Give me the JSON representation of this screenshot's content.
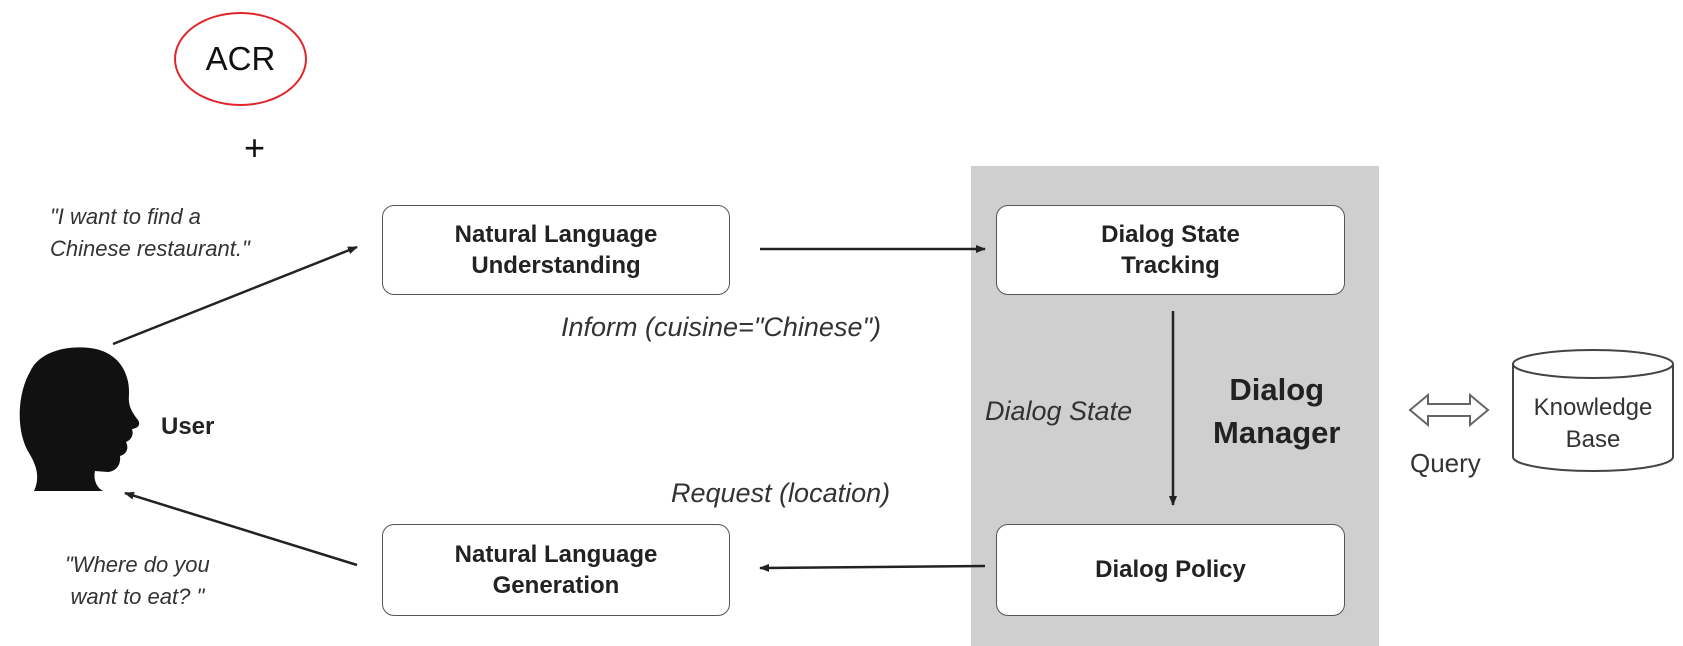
{
  "annotation": {
    "oval_text": "ACR",
    "plus": "+"
  },
  "user": {
    "label": "User",
    "utterance_line1": "\"I want to find a",
    "utterance_line2": "Chinese restaurant.\"",
    "system_reply_line1": "\"Where do you",
    "system_reply_line2": "want to eat? \""
  },
  "modules": {
    "nlu": {
      "line1": "Natural Language",
      "line2": "Understanding"
    },
    "nlg": {
      "line1": "Natural Language",
      "line2": "Generation"
    },
    "dst": {
      "line1": "Dialog State",
      "line2": "Tracking"
    },
    "policy": {
      "line1": "Dialog Policy"
    }
  },
  "manager": {
    "line1": "Dialog",
    "line2": "Manager"
  },
  "flows": {
    "inform": "Inform (cuisine=\"Chinese\")",
    "dialog_state": "Dialog State",
    "request": "Request (location)",
    "query": "Query"
  },
  "knowledge_base": {
    "line1": "Knowledge",
    "line2": "Base"
  },
  "colors": {
    "annotation_red": "#e0262b",
    "manager_panel": "#cfcfcf",
    "box_border": "#555555"
  }
}
